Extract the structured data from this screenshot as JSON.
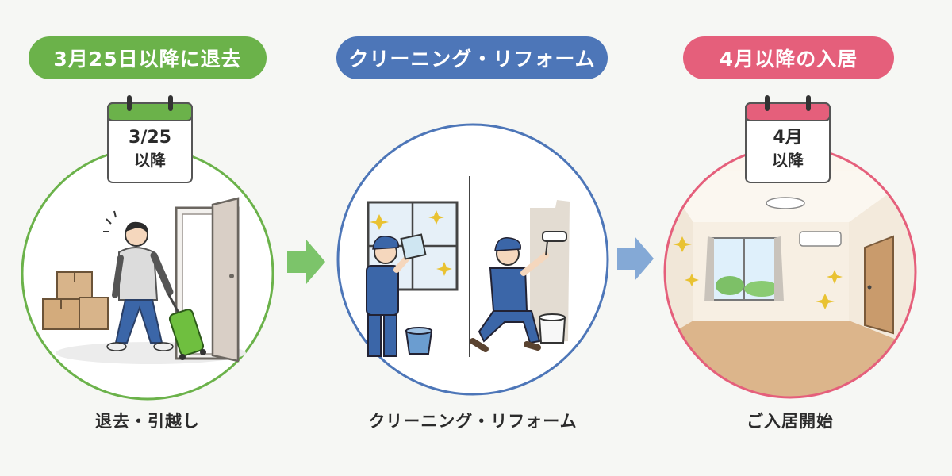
{
  "steps": [
    {
      "header": "3月25日以降に退去",
      "calendar_line1": "3/25",
      "calendar_line2": "以降",
      "caption": "退去・引越し",
      "color": "#6bb24a"
    },
    {
      "header": "クリーニング・リフォーム",
      "caption": "クリーニング・リフォーム",
      "color": "#4d76b8"
    },
    {
      "header": "4月以降の入居",
      "calendar_line1": "4月",
      "calendar_line2": "以降",
      "caption": "ご入居開始",
      "color": "#e55f7b"
    }
  ],
  "icons": [
    "calendar-icon",
    "arrow-right-icon",
    "sparkle-icon"
  ]
}
